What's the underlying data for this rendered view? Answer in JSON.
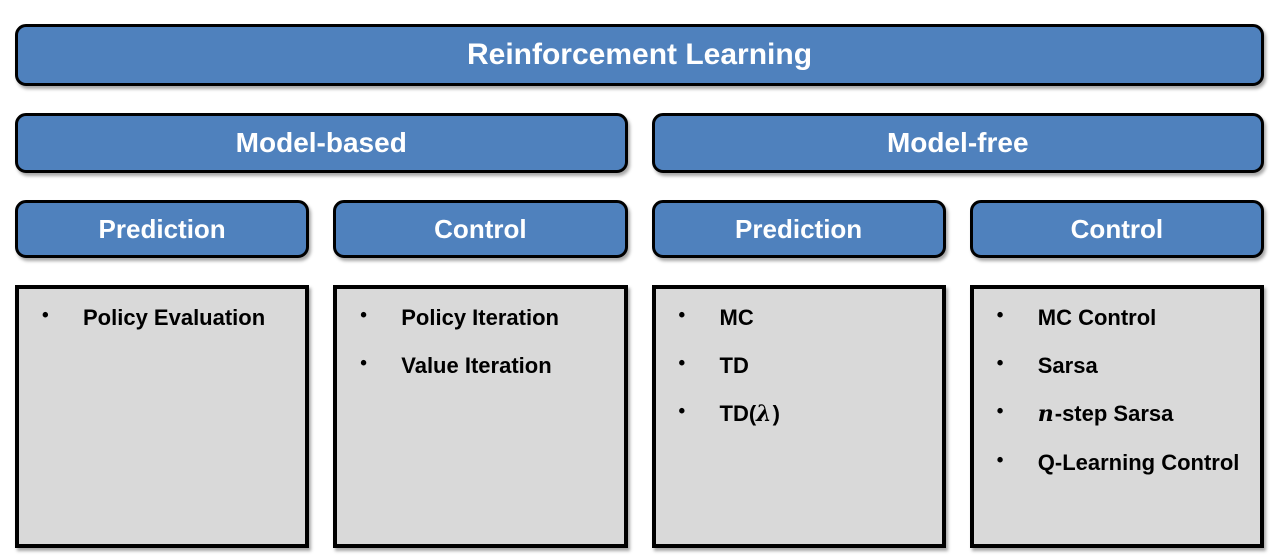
{
  "diagram": {
    "title": "Reinforcement Learning",
    "branches": [
      {
        "label": "Model-based",
        "columns": [
          {
            "header": "Prediction",
            "items": [
              [
                {
                  "text": "Policy Evaluation"
                }
              ]
            ]
          },
          {
            "header": "Control",
            "items": [
              [
                {
                  "text": "Policy Iteration"
                }
              ],
              [
                {
                  "text": "Value Iteration"
                }
              ]
            ]
          }
        ]
      },
      {
        "label": "Model-free",
        "columns": [
          {
            "header": "Prediction",
            "items": [
              [
                {
                  "text": "MC"
                }
              ],
              [
                {
                  "text": "TD"
                }
              ],
              [
                {
                  "text": "TD("
                },
                {
                  "text": "λ",
                  "math": true
                },
                {
                  "text": ")"
                }
              ]
            ]
          },
          {
            "header": "Control",
            "items": [
              [
                {
                  "text": "MC Control"
                }
              ],
              [
                {
                  "text": "Sarsa"
                }
              ],
              [
                {
                  "text": "n",
                  "math": true
                },
                {
                  "text": "-step Sarsa"
                }
              ],
              [
                {
                  "text": "Q-Learning Control"
                }
              ]
            ]
          }
        ]
      }
    ],
    "colors": {
      "box_blue": "#4F81BD",
      "box_gray": "#D9D9D9",
      "border": "#000000",
      "header_text": "#FFFFFF",
      "item_text": "#000000",
      "background": "#FFFFFF"
    }
  }
}
